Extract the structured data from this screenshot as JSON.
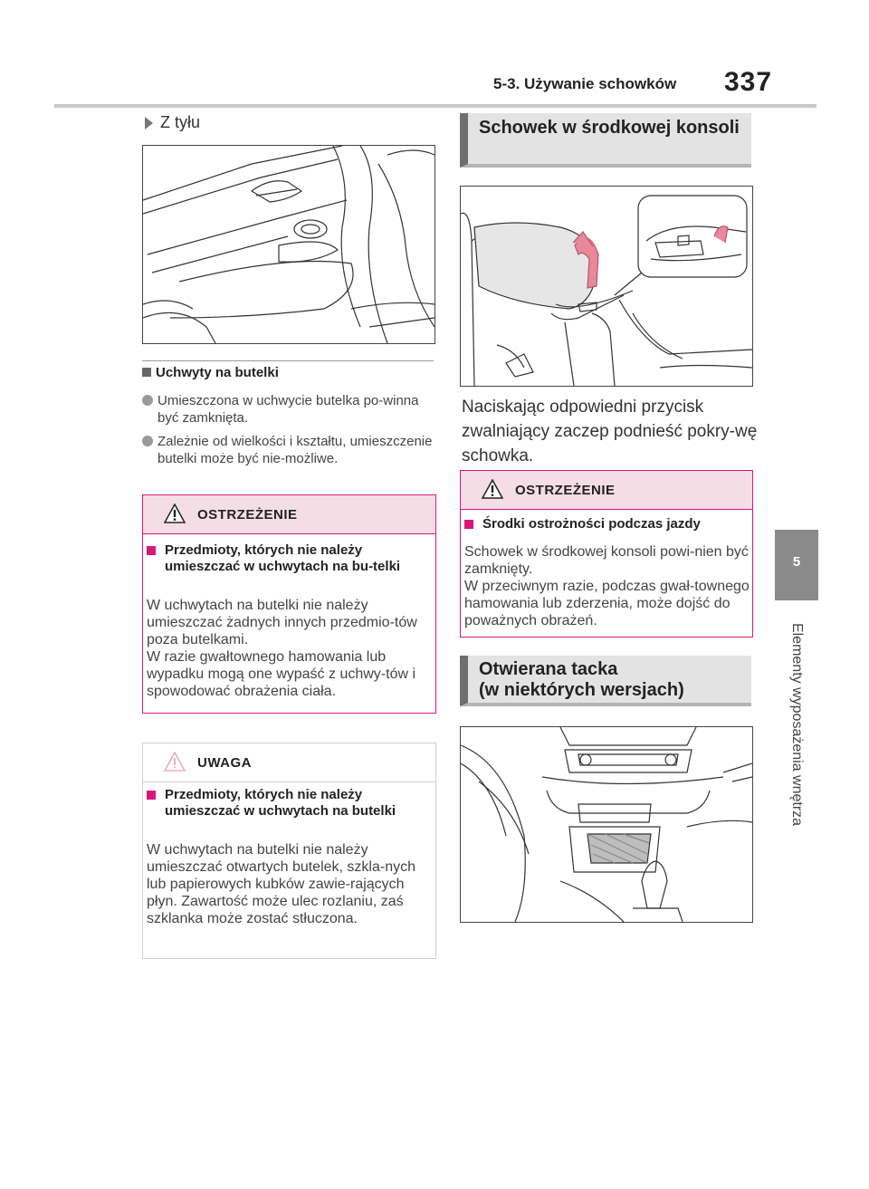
{
  "header": {
    "section_title": "5-3. Używanie schowków",
    "page_number": "337"
  },
  "side_tab": {
    "chapter_number": "5",
    "chapter_title": "Elementy wyposażenia wnętrza"
  },
  "left": {
    "subheading": "Z tyłu",
    "bottle_holders": {
      "heading": "Uchwyty na butelki",
      "bullets": [
        "Umieszczona w uchwycie butelka po-winna być zamknięta.",
        "Zależnie od wielkości i kształtu, umieszczenie butelki może być nie-możliwe."
      ]
    },
    "warning": {
      "label": "OSTRZEŻENIE",
      "subheading": "Przedmioty, których nie należy umieszczać w uchwytach na bu-telki",
      "body": "W uchwytach na butelki nie należy umieszczać żadnych innych przedmio-tów poza butelkami.\nW razie gwałtownego hamowania lub wypadku mogą one wypaść z uchwy-tów i spowodować obrażenia ciała."
    },
    "notice": {
      "label": "UWAGA",
      "subheading": "Przedmioty, których nie należy umieszczać w uchwytach na butelki",
      "body": "W uchwytach na butelki nie należy umieszczać otwartych butelek, szkla-nych lub papierowych kubków zawie-rających płyn. Zawartość może ulec rozlaniu, zaś szklanka może zostać stłuczona."
    }
  },
  "right": {
    "section1_title": "Schowek w środkowej konsoli",
    "section1_body": "Naciskając odpowiedni przycisk zwalniający zaczep podnieść pokry-wę schowka.",
    "warning": {
      "label": "OSTRZEŻENIE",
      "subheading": "Środki ostrożności podczas jazdy",
      "body": "Schowek w środkowej konsoli powi-nien być zamknięty.\nW przeciwnym razie, podczas gwał-townego hamowania lub zderzenia, może dojść do poważnych obrażeń."
    },
    "section2_title": "Otwierana tacka\n(w niektórych wersjach)"
  },
  "colors": {
    "warning_accent": "#d9177a",
    "warning_bg": "#f5dde6",
    "arrow_pink": "#e8889a",
    "heading_bar": "#6f6f6f"
  }
}
